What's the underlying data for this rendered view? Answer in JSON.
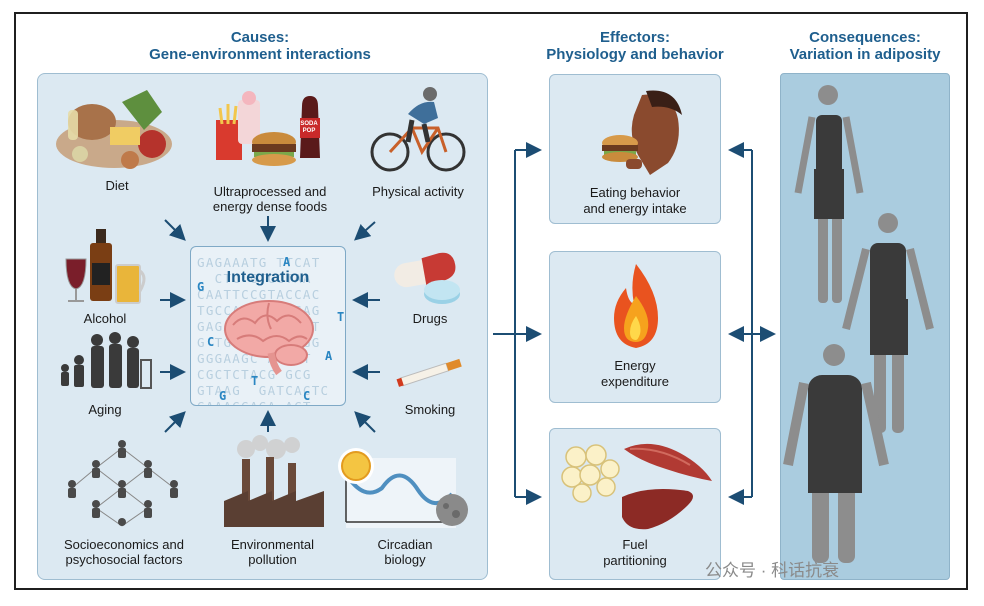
{
  "headers": {
    "causes": [
      "Causes:",
      "Gene-environment interactions"
    ],
    "effectors": [
      "Effectors:",
      "Physiology and behavior"
    ],
    "consequences": [
      "Consequences:",
      "Variation in adiposity"
    ]
  },
  "causes": {
    "diet": "Diet",
    "ultraprocessed": [
      "Ultraprocessed and",
      "energy dense foods"
    ],
    "physical_activity": "Physical activity",
    "alcohol": "Alcohol",
    "drugs": "Drugs",
    "aging": "Aging",
    "smoking": "Smoking",
    "socioeconomics": [
      "Socioeconomics and",
      "psychosocial factors"
    ],
    "pollution": [
      "Environmental",
      "pollution"
    ],
    "circadian": [
      "Circadian",
      "biology"
    ],
    "soda_text": [
      "SODA",
      "POP"
    ]
  },
  "integration": {
    "title": "Integration",
    "dna_rows": [
      "GAGAAATG TTCAT",
      "  CTC GTGCTAA",
      "CAATTCCGTACCAC",
      "TGCCAAAAT TGAG",
      "GAGAAAT  TACAT",
      "G TGC GATGCAGG",
      "GGGAAGC ACGAT",
      "CGCTCTACG GCG",
      "GTAAG  GATCACTC",
      "GAAAGGAGA ACT"
    ],
    "highlight_letters": [
      "A",
      "G",
      "T",
      "C",
      "A",
      "T",
      "C",
      "G"
    ]
  },
  "effectors": {
    "eating": [
      "Eating behavior",
      "and energy intake"
    ],
    "energy": [
      "Energy",
      "expenditure"
    ],
    "fuel": [
      "Fuel",
      "partitioning"
    ]
  },
  "watermark": "公众号 · 科话抗衰",
  "colors": {
    "header": "#1f5f8e",
    "panel_fill": "#dce9f2",
    "consequence_fill": "#aaccdf",
    "arrow": "#1c4d73"
  }
}
